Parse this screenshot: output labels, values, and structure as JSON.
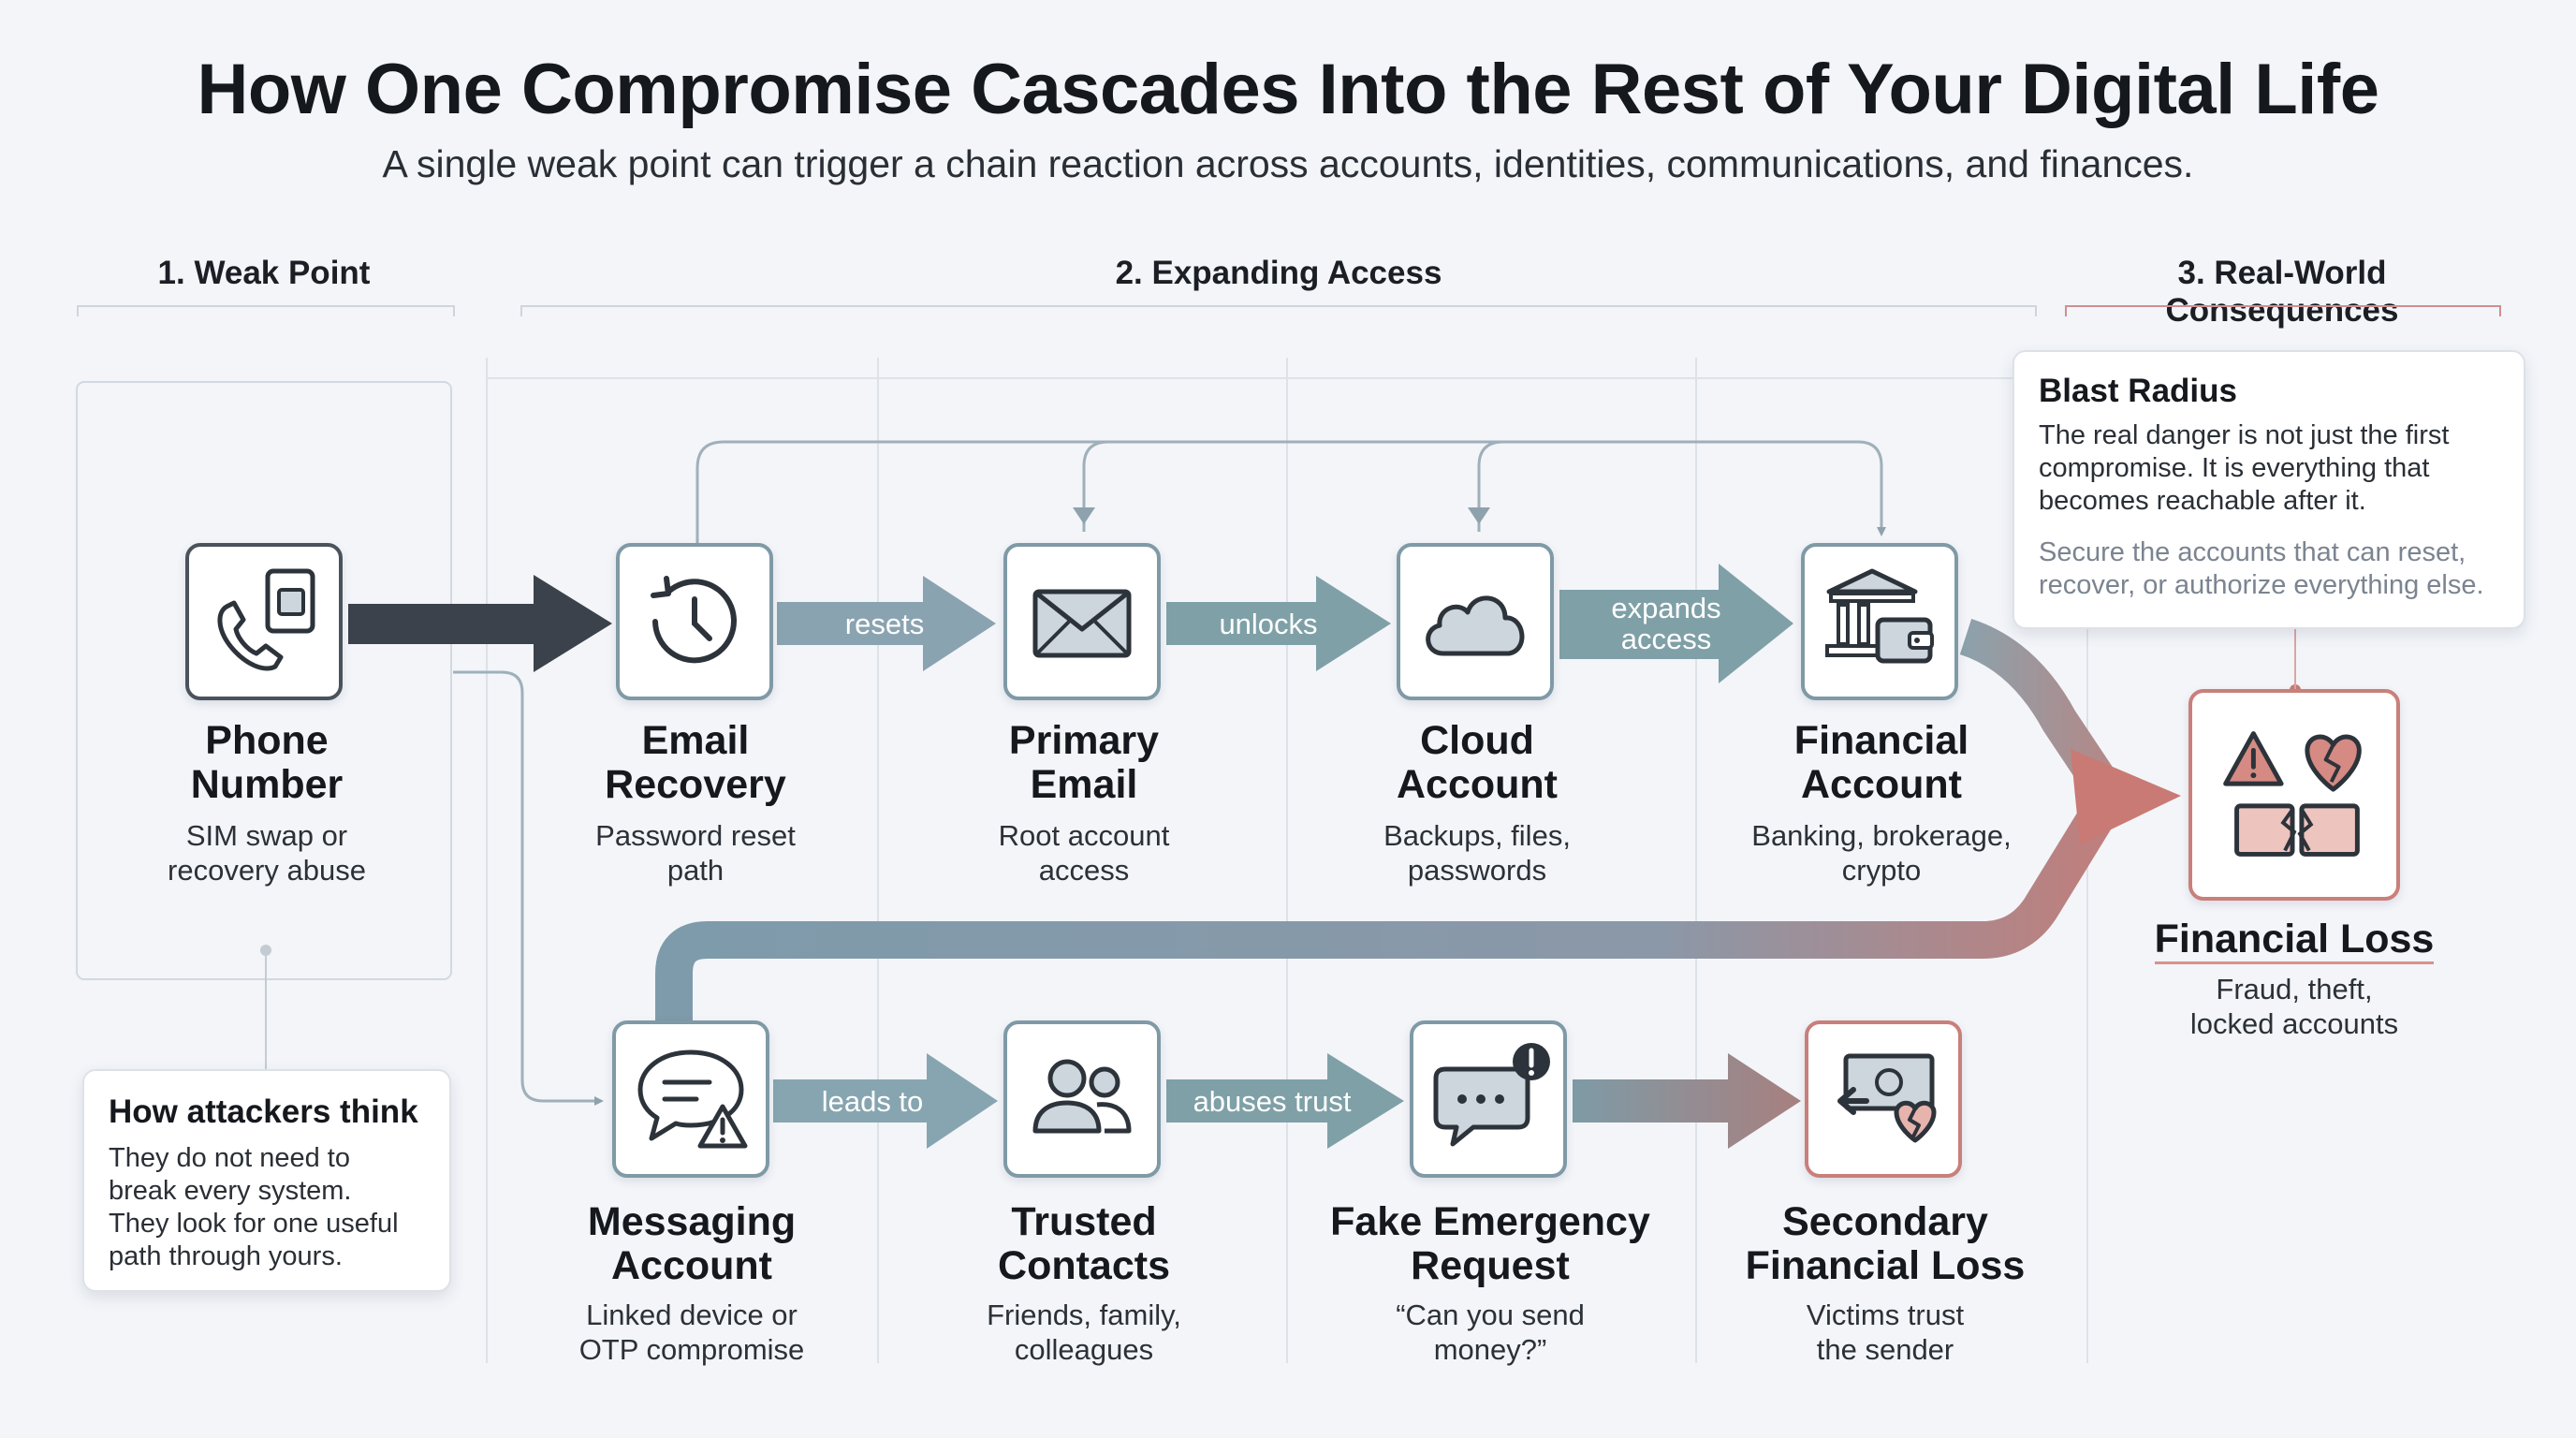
{
  "header": {
    "title": "How One Compromise Cascades Into the Rest of Your Digital Life",
    "subtitle": "A single weak point can trigger a chain reaction across accounts, identities, communications, and finances."
  },
  "sections": [
    {
      "label": "1. Weak Point"
    },
    {
      "label": "2. Expanding Access"
    },
    {
      "label": "3. Real-World Consequences"
    }
  ],
  "nodes": {
    "phone": {
      "title_lines": [
        "Phone",
        "Number"
      ],
      "sub_lines": [
        "SIM swap or",
        "recovery abuse"
      ],
      "icon": "phone-sim-icon"
    },
    "email_recovery": {
      "title_lines": [
        "Email",
        "Recovery"
      ],
      "sub_lines": [
        "Password reset",
        "path"
      ],
      "icon": "history-icon"
    },
    "primary_email": {
      "title_lines": [
        "Primary",
        "Email"
      ],
      "sub_lines": [
        "Root account",
        "access"
      ],
      "icon": "envelope-icon"
    },
    "cloud": {
      "title_lines": [
        "Cloud",
        "Account"
      ],
      "sub_lines": [
        "Backups, files,",
        "passwords"
      ],
      "icon": "cloud-icon"
    },
    "financial": {
      "title_lines": [
        "Financial",
        "Account"
      ],
      "sub_lines": [
        "Banking, brokerage,",
        "crypto"
      ],
      "icon": "bank-wallet-icon"
    },
    "messaging": {
      "title_lines": [
        "Messaging",
        "Account"
      ],
      "sub_lines": [
        "Linked device or",
        "OTP compromise"
      ],
      "icon": "chat-warning-icon"
    },
    "contacts": {
      "title_lines": [
        "Trusted",
        "Contacts"
      ],
      "sub_lines": [
        "Friends, family,",
        "colleagues"
      ],
      "icon": "people-icon"
    },
    "fake_request": {
      "title_lines": [
        "Fake Emergency",
        "Request"
      ],
      "sub_lines": [
        "“Can you send",
        "money?”"
      ],
      "icon": "chat-alert-icon"
    },
    "secondary_loss": {
      "title_lines": [
        "Secondary",
        "Financial Loss"
      ],
      "sub_lines": [
        "Victims trust",
        "the sender"
      ],
      "icon": "money-broken-heart-icon"
    },
    "financial_loss": {
      "title": "Financial Loss",
      "sub_lines": [
        "Fraud, theft,",
        "locked accounts"
      ],
      "icon": "warning-broken-heart-icon"
    }
  },
  "edge_labels": {
    "resets": "resets",
    "unlocks": "unlocks",
    "expands": [
      "expands",
      "access"
    ],
    "leads_to": "leads to",
    "abuses_trust": "abuses trust"
  },
  "callouts": {
    "attackers": {
      "title": "How attackers think",
      "lines": [
        "They do not need to",
        "break every system.",
        "They look for one useful",
        "path through yours."
      ]
    },
    "blast": {
      "title": "Blast Radius",
      "lines": [
        "The real danger is not just the first",
        "compromise. It is everything that",
        "becomes reachable after it."
      ],
      "lines2": [
        "Secure the accounts that can reset,",
        "recover, or authorize everything else."
      ]
    }
  },
  "colors": {
    "dark_arrow": "#3b424b",
    "teal_arrow": "#7e9ba6",
    "loss_red": "#c97a74"
  }
}
